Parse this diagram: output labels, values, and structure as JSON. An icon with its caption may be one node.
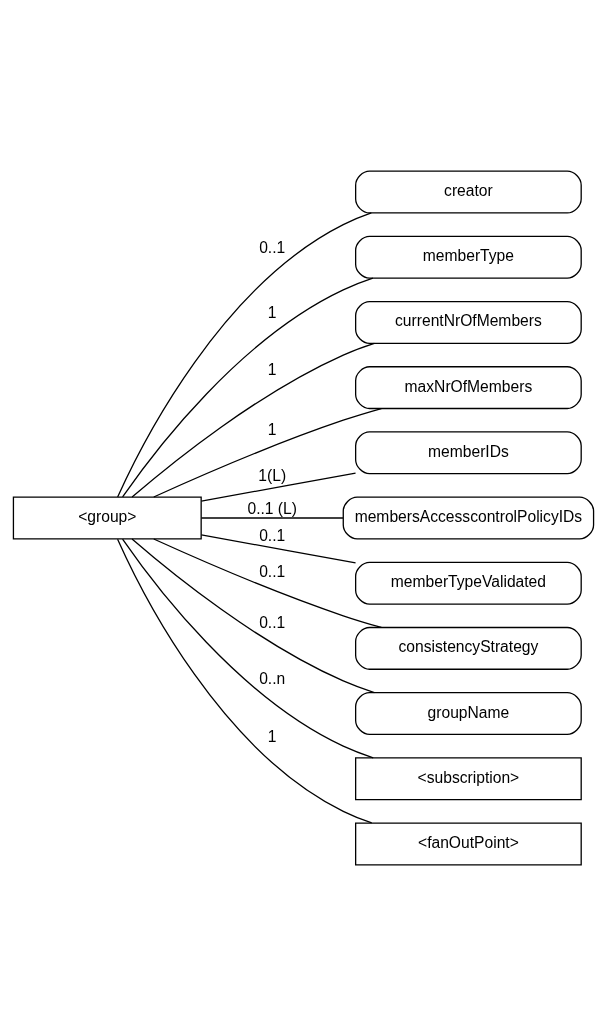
{
  "diagram": {
    "nodes": [
      {
        "text": [
          "<group>"
        ]
      },
      {
        "text": [
          "creator"
        ]
      },
      {
        "text": [
          "memberType"
        ]
      },
      {
        "text": [
          "currentNrOfMembers"
        ]
      },
      {
        "text": [
          "maxNrOfMembers"
        ]
      },
      {
        "text": [
          "memberIDs"
        ]
      },
      {
        "text": [
          "membersAccesscontrolPolicyIDs"
        ]
      },
      {
        "text": [
          "memberTypeValidated"
        ]
      },
      {
        "text": [
          "consistencyStrategy"
        ]
      },
      {
        "text": [
          "groupName"
        ]
      },
      {
        "text": [
          "<subscription>"
        ]
      },
      {
        "text": [
          "<fanOutPoint>"
        ]
      }
    ],
    "edges": [
      {
        "from": 0,
        "to": 1,
        "arrow": "none",
        "label": "0..1"
      },
      {
        "from": 0,
        "to": 2,
        "arrow": "none",
        "label": "1"
      },
      {
        "from": 0,
        "to": 3,
        "arrow": "none",
        "label": "1"
      },
      {
        "from": 0,
        "to": 4,
        "arrow": "none",
        "label": "1"
      },
      {
        "from": 0,
        "to": 5,
        "arrow": "none",
        "label": "1(L)"
      },
      {
        "from": 0,
        "to": 6,
        "arrow": "none",
        "label": "0..1 (L)"
      },
      {
        "from": 0,
        "to": 7,
        "arrow": "none",
        "label": "0..1"
      },
      {
        "from": 0,
        "to": 8,
        "arrow": "none",
        "label": "0..1"
      },
      {
        "from": 0,
        "to": 9,
        "arrow": "none",
        "label": "0..1"
      },
      {
        "from": 0,
        "to": 10,
        "arrow": "none",
        "label": "0..n"
      },
      {
        "from": 0,
        "to": 11,
        "arrow": "none",
        "label": "1"
      }
    ]
  }
}
